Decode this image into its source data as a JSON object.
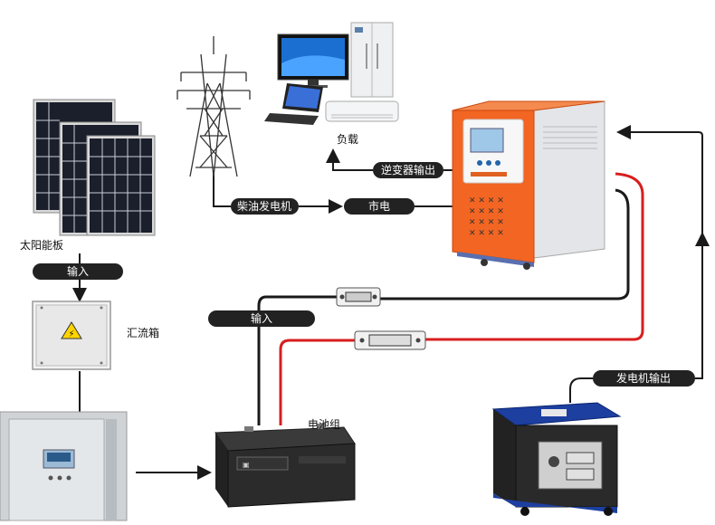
{
  "labels": {
    "solar_panel": "太阳能板",
    "input_top": "输入",
    "combiner_box": "汇流箱",
    "load": "负载",
    "inverter_output": "逆变器输出",
    "diesel_generator": "柴油发电机",
    "mains": "市电",
    "input_mid": "输入",
    "battery_bank": "电池组",
    "generator_output": "发电机输出"
  },
  "icons": {
    "solar": "solar-panel-icon",
    "tower": "power-tower-icon",
    "monitor": "monitor-icon",
    "laptop": "laptop-icon",
    "fridge": "refrigerator-icon",
    "ac": "air-conditioner-icon",
    "inverter": "inverter-cabinet-icon",
    "combiner": "combiner-box-icon",
    "controller": "charge-controller-icon",
    "battery": "battery-icon",
    "generator": "generator-icon",
    "fuse": "fuse-icon"
  },
  "colors": {
    "wire_black": "#1a1a1a",
    "wire_red": "#d81e1e",
    "inverter_orange": "#f26522",
    "generator_blue": "#1c3fa0",
    "pill_bg": "#222222"
  }
}
